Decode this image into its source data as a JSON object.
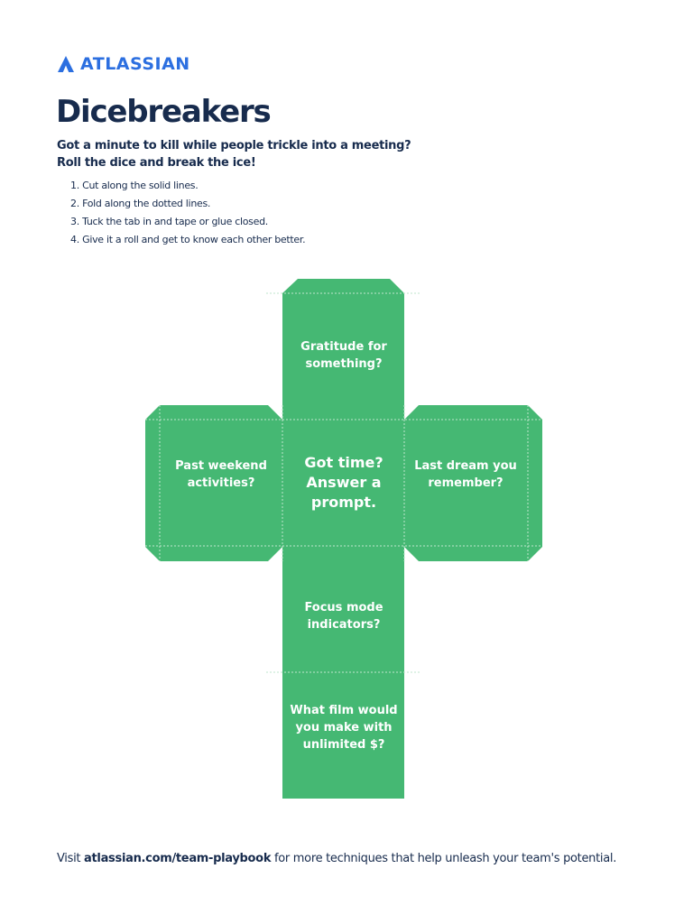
{
  "brand": {
    "name": "ATLASSIAN",
    "color": "#2c6fe0",
    "icon": "atlassian-logo-icon"
  },
  "title": "Dicebreakers",
  "subtitle": {
    "line1": "Got a minute to kill while people trickle into a meeting?",
    "line2": "Roll the dice and break the ice!"
  },
  "steps": [
    "1. Cut along the solid lines.",
    "2. Fold along the dotted lines.",
    "3. Tuck the tab in and tape or glue closed.",
    "4. Give it a roll and get to know each other better."
  ],
  "die": {
    "color": "#45b873",
    "faces": {
      "top": "Gratitude for something?",
      "left": "Past weekend activities?",
      "center": "Got time? Answer a prompt.",
      "right": "Last dream you remember?",
      "lower": "Focus mode indicators?",
      "bottom": "What film would you make with unlimited $?"
    }
  },
  "footer": {
    "prefix": "Visit ",
    "link": "atlassian.com/team-playbook",
    "suffix": " for more techniques that help unleash your team's potential."
  }
}
